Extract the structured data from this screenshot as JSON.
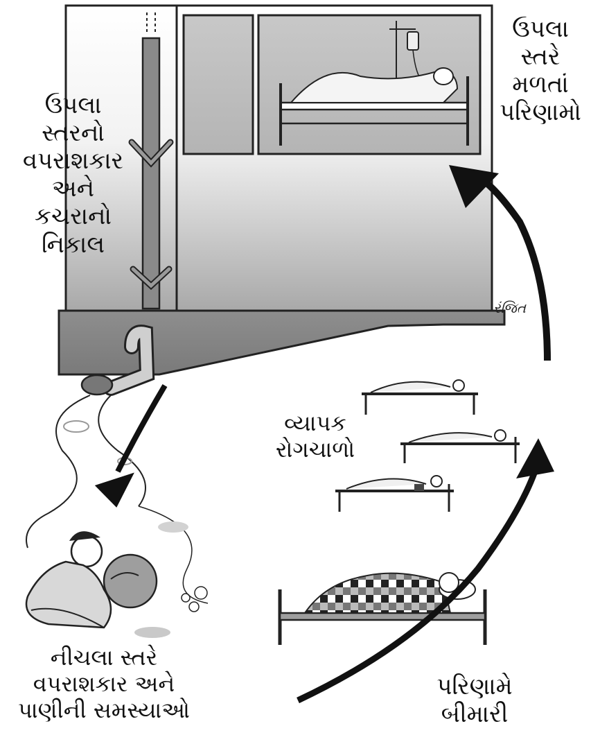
{
  "labels": {
    "upper_level_use": [
      "ઉપલા",
      "સ્તરનો",
      "વપરાશકાર",
      "અને",
      "કચરાનો",
      "નિકાલ"
    ],
    "upper_level_result": [
      "ઉપલા",
      "સ્તરે",
      "મળતાં",
      "પરિણામો"
    ],
    "epidemic": [
      "વ્યાપક",
      "રોગચાળો"
    ],
    "lower_level_use": [
      "નીચલા સ્તરે",
      "વપરાશકાર અને",
      "પાણીની સમસ્યાઓ"
    ],
    "illness": [
      "પરિણામે",
      "બીમારી"
    ]
  },
  "signature": "રંજિત"
}
